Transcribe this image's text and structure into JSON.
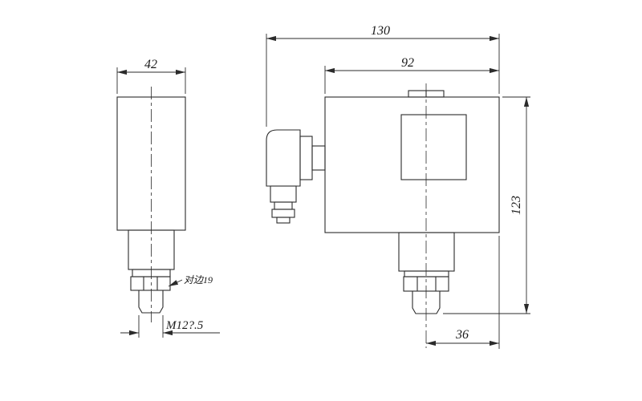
{
  "drawing": {
    "background": "#ffffff",
    "line_color": "#2b2b2b",
    "dimensions": {
      "side_width": "42",
      "overall_width": "130",
      "body_width": "92",
      "overall_height": "123",
      "port_to_edge": "36",
      "thread_callout": "M12?.5",
      "hex_flats_callout": "对边19"
    }
  }
}
